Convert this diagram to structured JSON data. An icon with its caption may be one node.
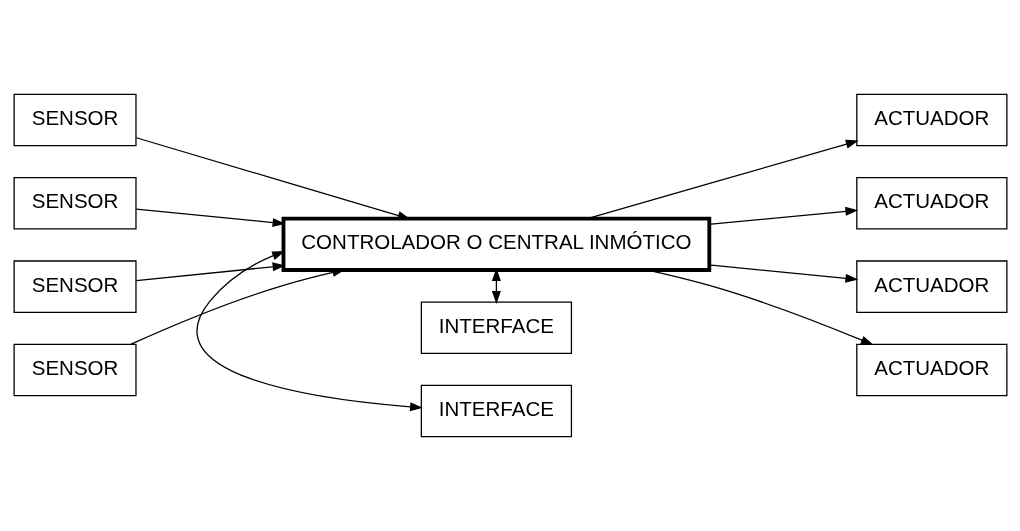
{
  "diagram": {
    "nodes": [
      {
        "text": [
          "INTERFACE"
        ]
      },
      {
        "text": [
          "INTERFACE"
        ]
      },
      {
        "text": [
          "SENSOR"
        ]
      },
      {
        "text": [
          "SENSOR"
        ]
      },
      {
        "text": [
          "SENSOR"
        ]
      },
      {
        "text": [
          "SENSOR"
        ]
      },
      {
        "text": [
          "CONTROLADOR O CENTRAL INMÓTICO"
        ]
      },
      {
        "text": [
          "ACTUADOR"
        ]
      },
      {
        "text": [
          "ACTUADOR"
        ]
      },
      {
        "text": [
          "ACTUADOR"
        ]
      },
      {
        "text": [
          "ACTUADOR"
        ]
      }
    ],
    "edges": [
      {
        "from": 2,
        "to": 6,
        "arrow": "to"
      },
      {
        "from": 3,
        "to": 6,
        "arrow": "to"
      },
      {
        "from": 4,
        "to": 6,
        "arrow": "to"
      },
      {
        "from": 5,
        "to": 6,
        "arrow": "to"
      },
      {
        "from": 6,
        "to": 0,
        "arrow": "both"
      },
      {
        "from": 6,
        "to": 1,
        "arrow": "both"
      },
      {
        "from": 6,
        "to": 7,
        "arrow": "to"
      },
      {
        "from": 6,
        "to": 8,
        "arrow": "to"
      },
      {
        "from": 6,
        "to": 9,
        "arrow": "to"
      },
      {
        "from": 6,
        "to": 10,
        "arrow": "to"
      }
    ]
  }
}
